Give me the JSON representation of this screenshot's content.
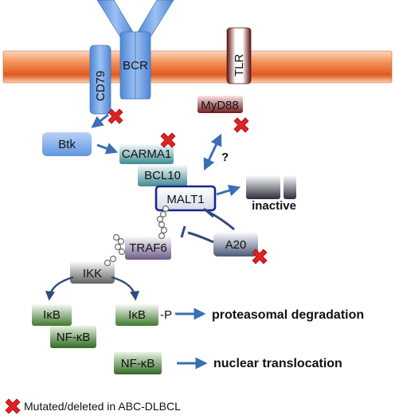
{
  "labels": {
    "bcr": "BCR",
    "cd79": "CD79",
    "tlr": "TLR",
    "myd88": "MyD88",
    "btk": "Btk",
    "carma1": "CARMA1",
    "bcl10": "BCL10",
    "malt1": "MALT1",
    "traf6": "TRAF6",
    "a20": "A20",
    "ikk": "IKK",
    "ikb_left": "IκB",
    "nfkb_left": "NF-κB",
    "ikb_right": "IκB",
    "p_suffix": "-P",
    "nfkb_right": "NF-κB",
    "question": "?",
    "inactive": "inactive",
    "proteasomal": "proteasomal degradation",
    "nuclear": "nuclear translocation",
    "legend": "Mutated/deleted in ABC-DLBCL"
  },
  "colors": {
    "membrane_top": "#f7a06a",
    "membrane_mid": "#e5662a",
    "receptor_blue": "#6c9fe0",
    "tlr_red": "#7a1c1c",
    "mutation_red": "#e02222",
    "malt1_border": "#1a2590",
    "arrow_blue": "#3b6fb5"
  },
  "icons": [
    "mutation-x-icon"
  ]
}
